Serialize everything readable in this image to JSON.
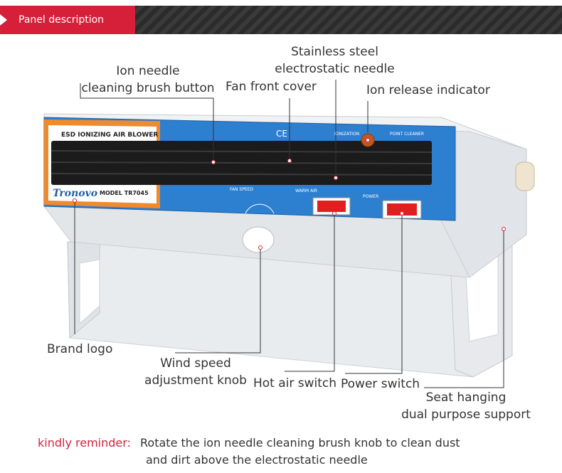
{
  "header": {
    "tab_label": "Panel description"
  },
  "labels": {
    "ion_needle_line1": "Ion needle",
    "ion_needle_line2": "cleaning brush button",
    "fan_cover": "Fan front cover",
    "stainless_line1": "Stainless steel",
    "stainless_line2": "electrostatic needle",
    "ion_indicator": "Ion release indicator",
    "brand_logo": "Brand logo",
    "wind_line1": "Wind speed",
    "wind_line2": "adjustment knob",
    "hot_air": "Hot air switch",
    "power": "Power switch",
    "seat_line1": "Seat hanging",
    "seat_line2": "dual purpose support"
  },
  "device_text": {
    "title": "ESD IONIZING AIR BLOWER",
    "brand": "Tronovo",
    "model": "MODEL TR7045",
    "ionization": "IONIZATION",
    "point_cleaner": "POINT CLEANER",
    "fan_speed": "FAN SPEED",
    "warm_air": "WARM AIR",
    "power": "POWER",
    "ce": "CE"
  },
  "reminder": {
    "key": "kindly reminder",
    "colon": ":",
    "line1": "Rotate the ion needle cleaning brush knob to clean dust",
    "line2": "and dirt above the electrostatic needle"
  },
  "colors": {
    "accent": "#d6203a",
    "panel_blue": "#2d7fd0",
    "panel_orange": "#f08a2c"
  }
}
